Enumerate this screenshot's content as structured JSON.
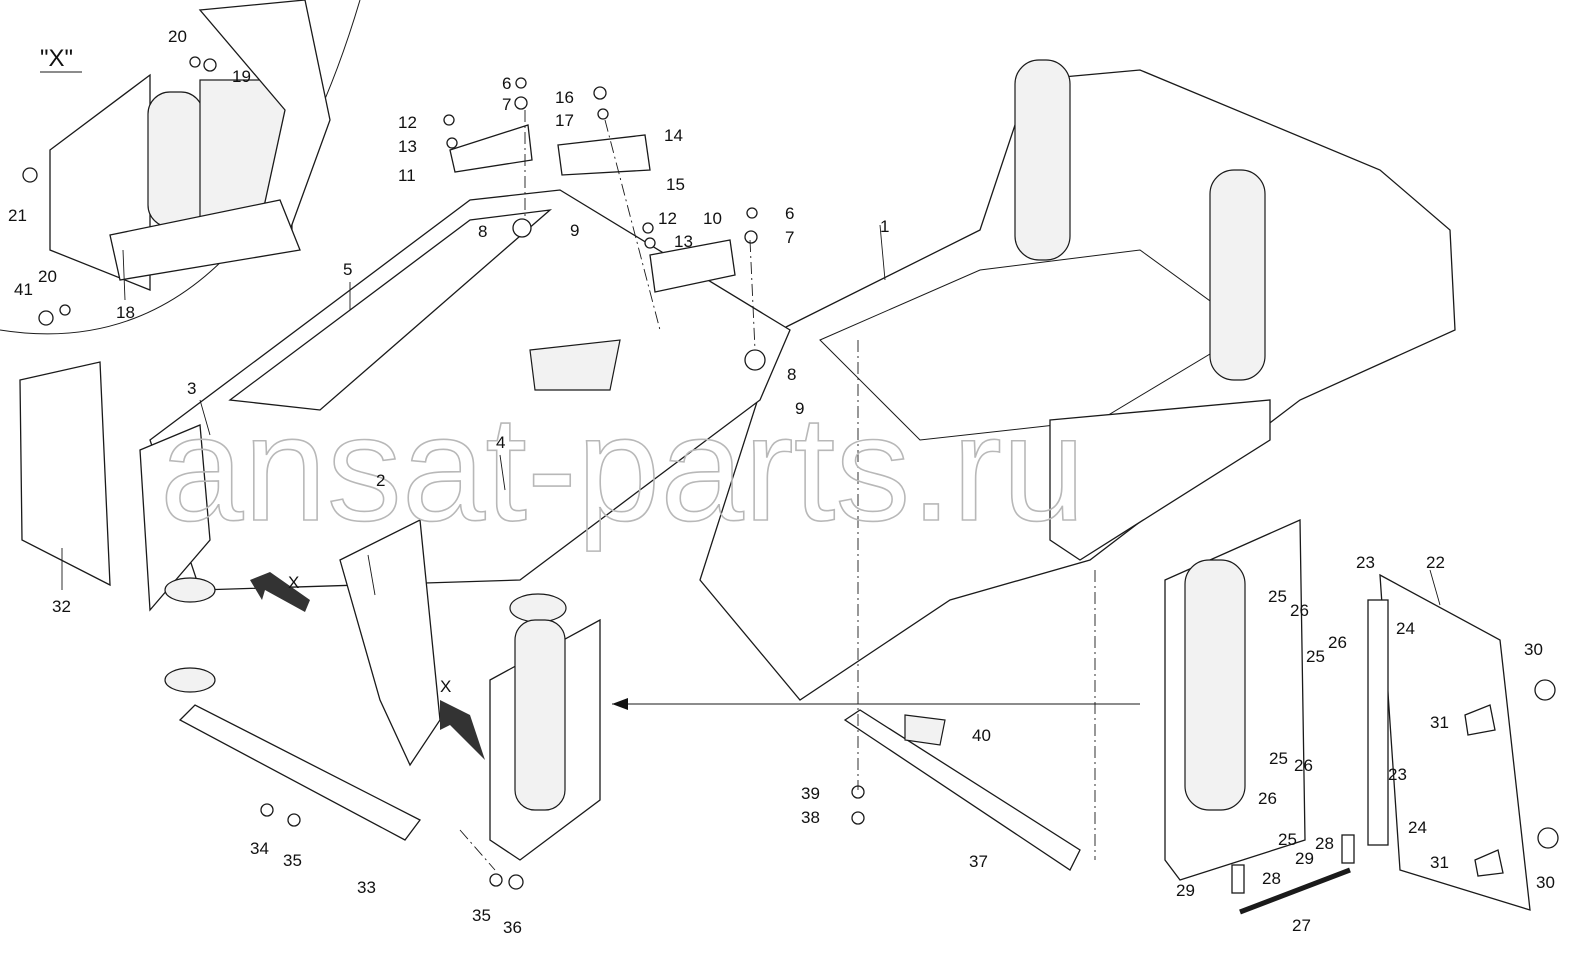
{
  "watermark": "ansat-parts.ru",
  "view_label": "\"X\"",
  "arrow_labels": [
    "X",
    "X"
  ],
  "part_numbers": {
    "p1": "1",
    "p2": "2",
    "p3": "3",
    "p4": "4",
    "p5": "5",
    "p6a": "6",
    "p6b": "6",
    "p7a": "7",
    "p7b": "7",
    "p8a": "8",
    "p8b": "8",
    "p9a": "9",
    "p9b": "9",
    "p10": "10",
    "p11": "11",
    "p12a": "12",
    "p12b": "12",
    "p13a": "13",
    "p13b": "13",
    "p14": "14",
    "p15": "15",
    "p16": "16",
    "p17": "17",
    "p18": "18",
    "p19": "19",
    "p20a": "20",
    "p20b": "20",
    "p21": "21",
    "p22": "22",
    "p23a": "23",
    "p23b": "23",
    "p24a": "24",
    "p24b": "24",
    "p25a": "25",
    "p25b": "25",
    "p25c": "25",
    "p25d": "25",
    "p26a": "26",
    "p26b": "26",
    "p26c": "26",
    "p26d": "26",
    "p27": "27",
    "p28a": "28",
    "p28b": "28",
    "p29a": "29",
    "p29b": "29",
    "p30a": "30",
    "p30b": "30",
    "p31a": "31",
    "p31b": "31",
    "p32": "32",
    "p33": "33",
    "p34": "34",
    "p35a": "35",
    "p35b": "35",
    "p36": "36",
    "p37": "37",
    "p38": "38",
    "p39": "39",
    "p40": "40",
    "p41": "41"
  }
}
